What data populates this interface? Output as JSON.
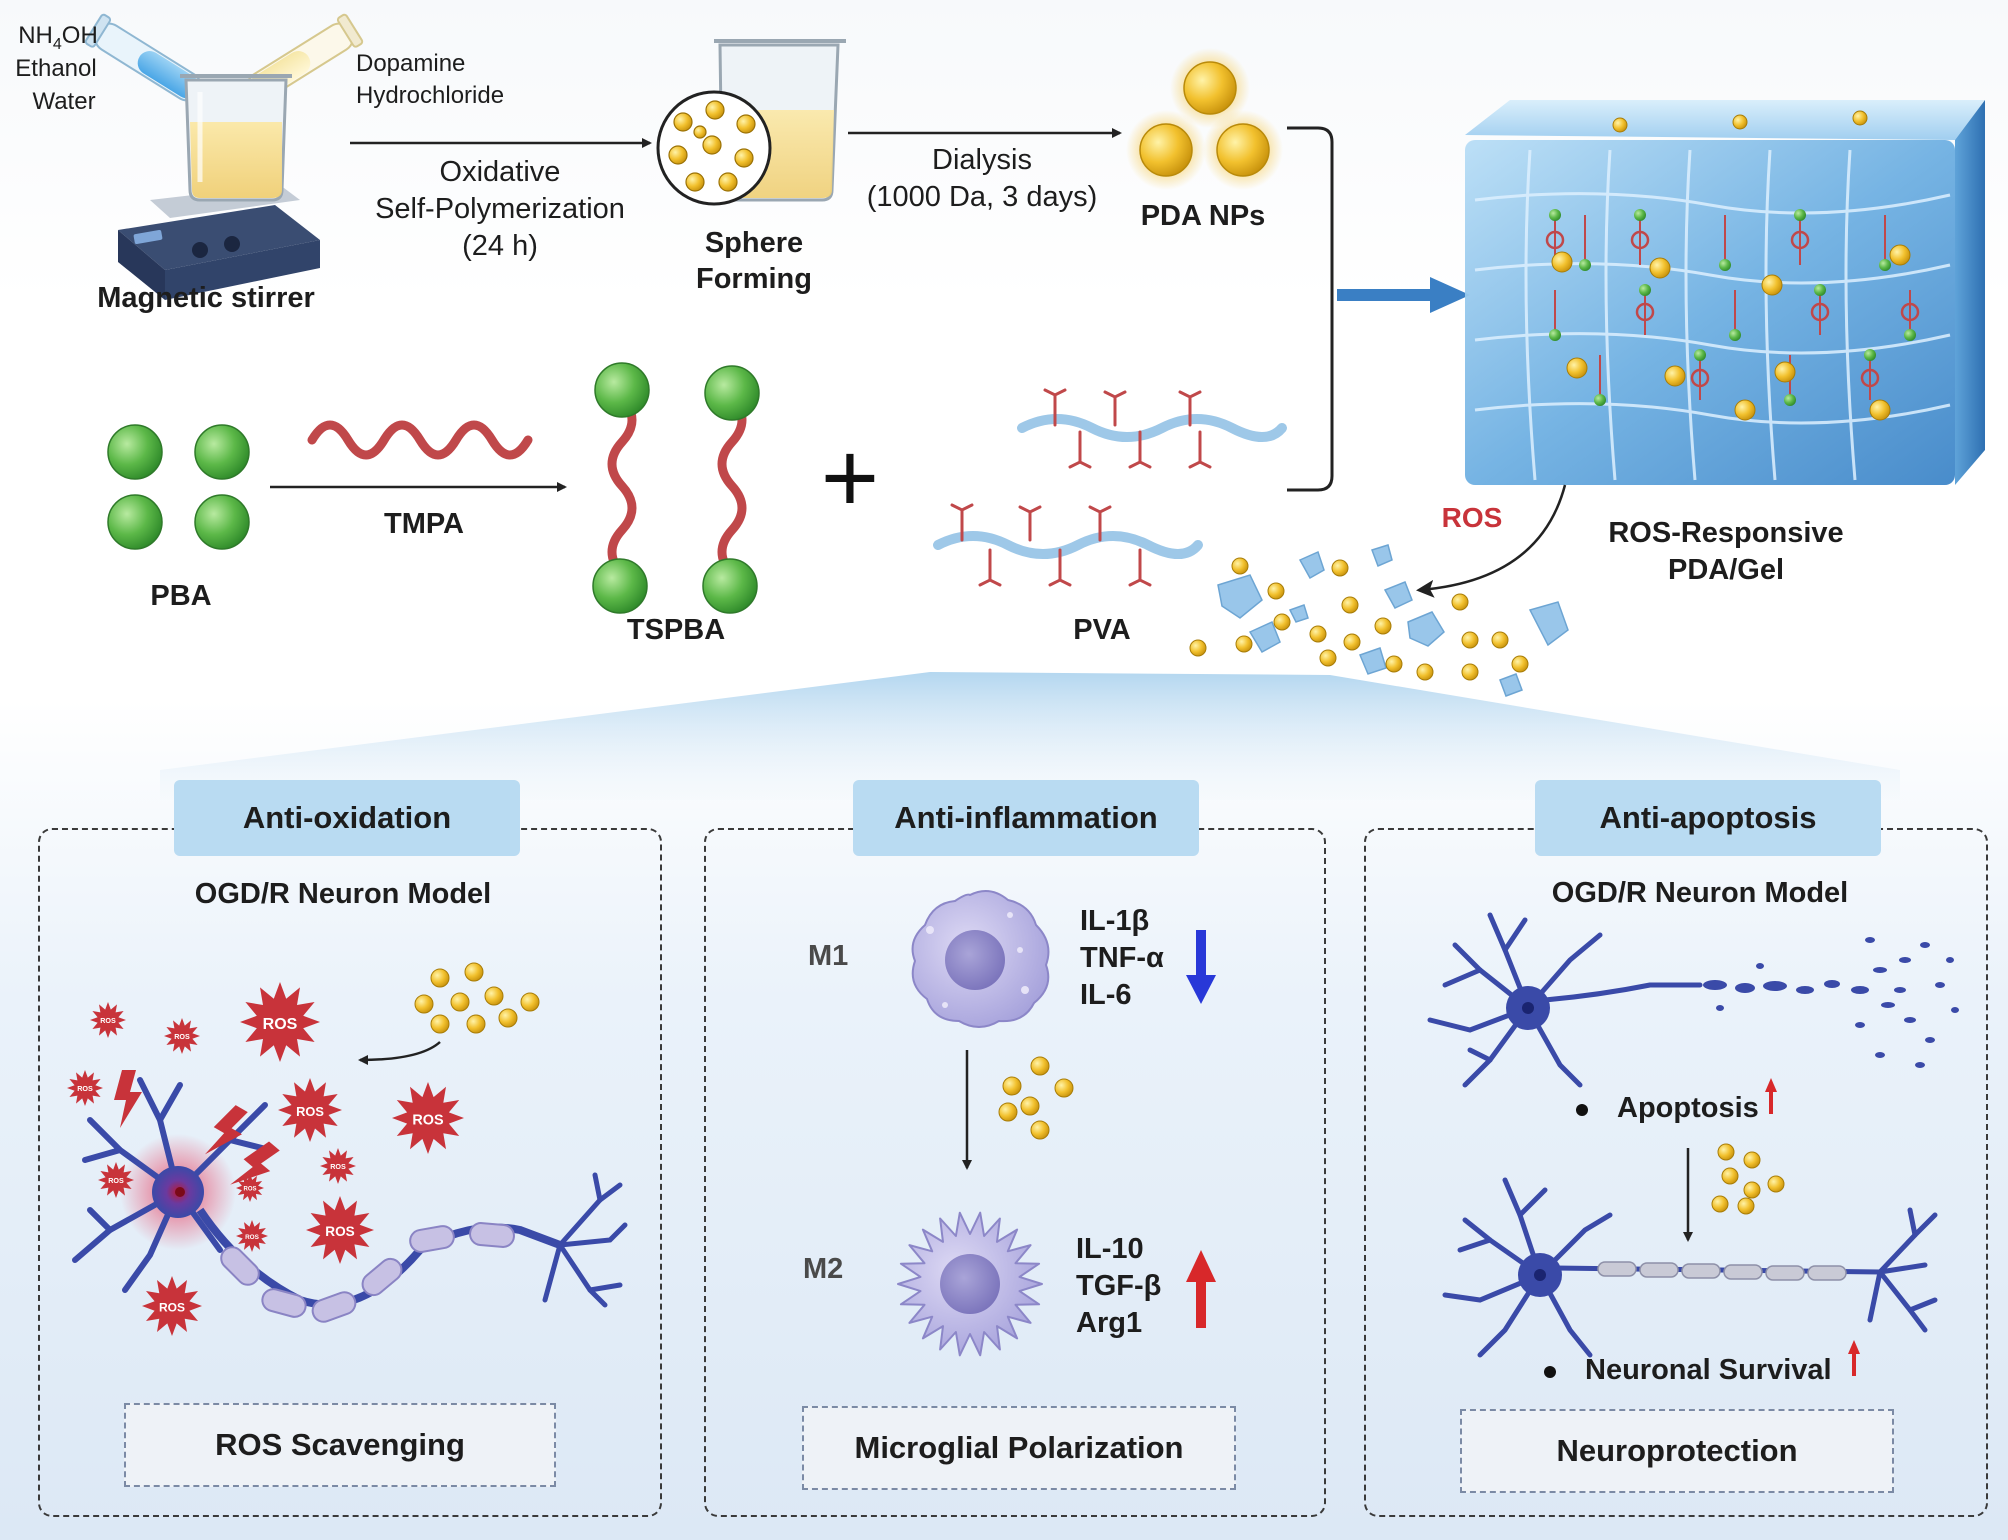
{
  "synthesis": {
    "reagents": [
      "NH4OH",
      "Ethanol",
      "Water"
    ],
    "reagent_nh4oh": {
      "base": "NH",
      "sub": "4",
      "tail": "OH"
    },
    "dopamine": [
      "Dopamine",
      "Hydrochloride"
    ],
    "magnetic_stirrer": "Magnetic stirrer",
    "step1": [
      "Oxidative",
      "Self-Polymerization",
      "(24 h)"
    ],
    "sphere_forming": [
      "Sphere",
      "Forming"
    ],
    "step2": [
      "Dialysis",
      "(1000 Da, 3 days)"
    ],
    "pda_nps": "PDA NPs"
  },
  "crosslinker": {
    "pba": "PBA",
    "tmpa": "TMPA",
    "tspba": "TSPBA",
    "pva": "PVA",
    "plus": "+"
  },
  "hydrogel": {
    "title": [
      "ROS-Responsive",
      "PDA/Gel"
    ],
    "ros_label": "ROS"
  },
  "panels": [
    {
      "tab": "Anti-oxidation",
      "subtitle": "OGD/R Neuron Model",
      "ros_tag": "ROS",
      "footer": "ROS Scavenging"
    },
    {
      "tab": "Anti-inflammation",
      "m1": "M1",
      "m1_markers": [
        "IL-1β",
        "TNF-α",
        "IL-6"
      ],
      "m2": "M2",
      "m2_markers": [
        "IL-10",
        "TGF-β",
        "Arg1"
      ],
      "footer": "Microglial Polarization"
    },
    {
      "tab": "Anti-apoptosis",
      "subtitle": "OGD/R Neuron Model",
      "apoptosis": "Apoptosis",
      "survival": "Neuronal Survival",
      "footer": "Neuroprotection"
    }
  ],
  "colors": {
    "gold_np": "#f2c12e",
    "green_pba": "#5cb848",
    "red_linker": "#c0484a",
    "neuron_blue": "#3a4aa8",
    "ros_red": "#c8333a",
    "tab_blue": "#b9dbf2",
    "down_arrow": "#2838d8",
    "up_arrow": "#d8282a"
  }
}
